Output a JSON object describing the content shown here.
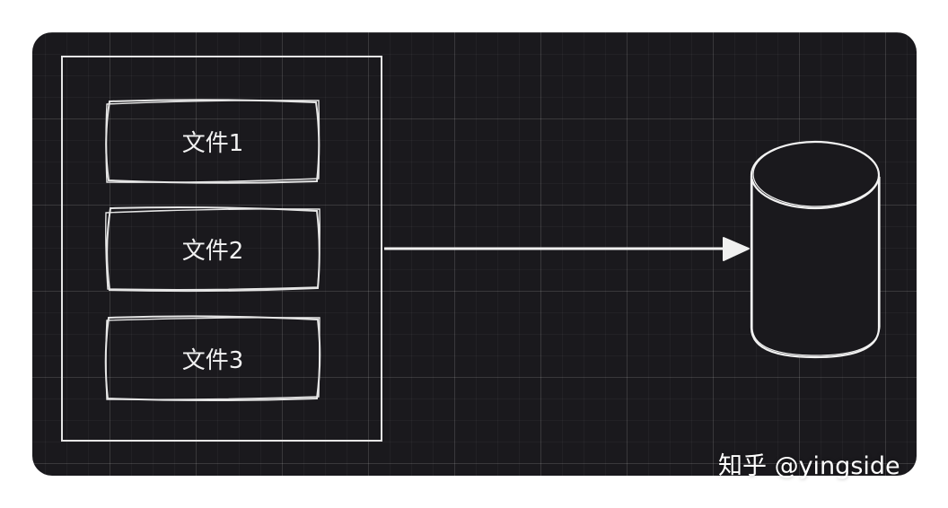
{
  "diagram": {
    "files": [
      {
        "label": "文件1"
      },
      {
        "label": "文件2"
      },
      {
        "label": "文件3"
      }
    ],
    "arrow": {
      "from": "file-group",
      "to": "database"
    },
    "database_icon": "cylinder-database-icon"
  },
  "watermark": {
    "text": "知乎 @yingside"
  },
  "colors": {
    "canvas_background": "#1a191d",
    "stroke": "#e6e6e6",
    "text": "#f2f2f2",
    "page_background": "#ffffff"
  }
}
